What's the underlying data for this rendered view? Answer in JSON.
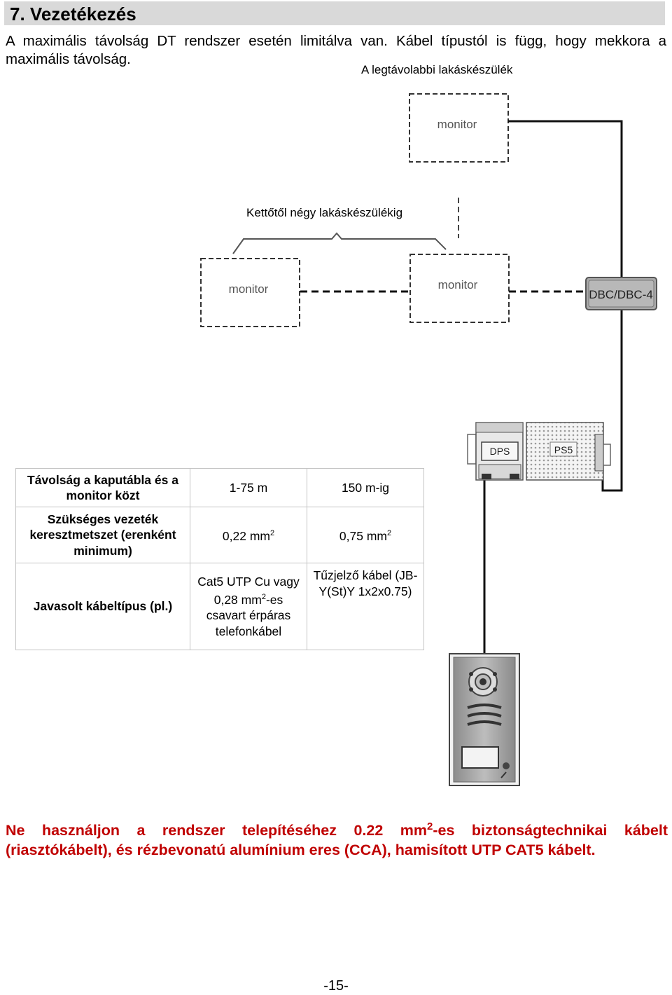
{
  "section": {
    "title": "7. Vezetékezés"
  },
  "intro": "A maximális távolság DT rendszer esetén limitálva van. Kábel típustól is függ, hogy mekkora a maximális távolság.",
  "diagram": {
    "label_farthest": "A legtávolabbi lakáskészülék",
    "label_two_to_four": "Kettőtől négy lakáskészülékig",
    "monitor_top": "monitor",
    "monitor_left": "monitor",
    "monitor_mid": "monitor",
    "distributor": "DBC/DBC-4",
    "power_dps": "DPS",
    "power_ps5": "PS5"
  },
  "table": {
    "rows": [
      {
        "header": "Távolság a kaputábla és a monitor közt",
        "c1": "1-75 m",
        "c2": "150 m-ig"
      },
      {
        "header": "Szükséges vezeték keresztmetszet (erenként minimum)",
        "c1_pre": "0,22 mm",
        "c1_sup": "2",
        "c2_pre": "0,75 mm",
        "c2_sup": "2"
      },
      {
        "header": "Javasolt kábeltípus (pl.)",
        "c1_pre": "Cat5 UTP Cu vagy 0,28 mm",
        "c1_sup": "2",
        "c1_post": "-es csavart érpáras telefonkábel",
        "c2": "Tűzjelző kábel (JB-Y(St)Y 1x2x0.75)"
      }
    ]
  },
  "warning": {
    "pre": "Ne használjon a rendszer telepítéséhez 0.22 mm",
    "sup": "2",
    "post": "-es biztonságtechnikai kábelt (riasztókábelt), és rézbevonatú alumínium eres (CCA), hamisított UTP CAT5 kábelt."
  },
  "page_number": "-15-"
}
